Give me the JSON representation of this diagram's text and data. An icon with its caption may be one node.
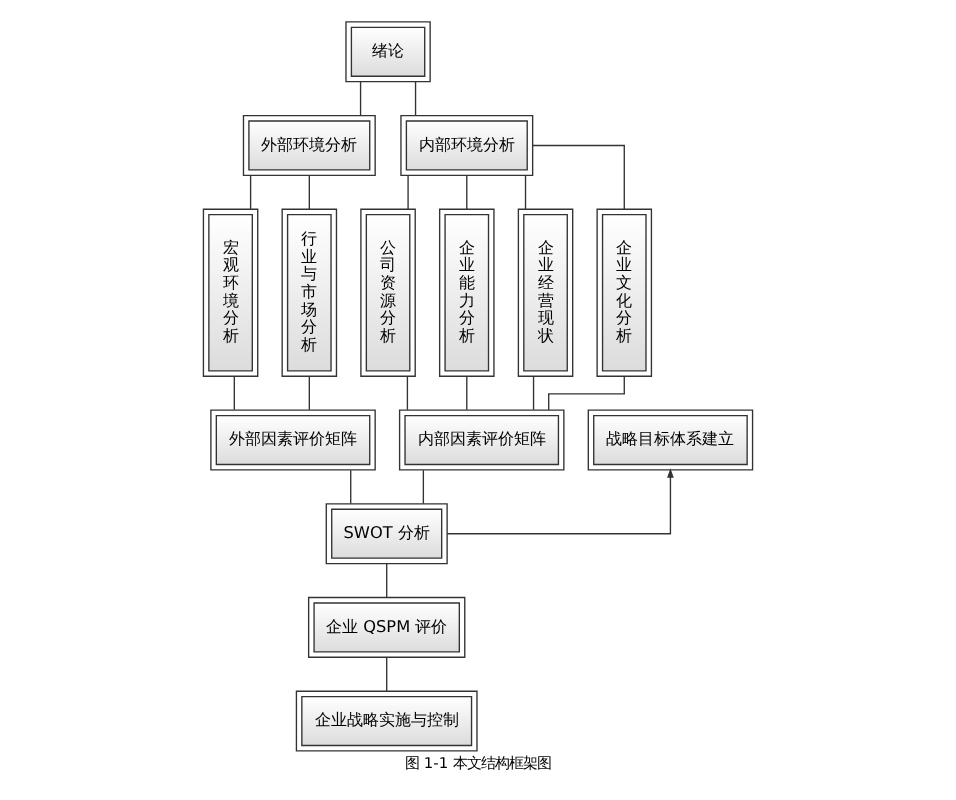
{
  "diagram": {
    "caption": "图 1-1 本文结构框架图",
    "nodes": [
      {
        "text": [
          "绪论"
        ]
      },
      {
        "text": [
          "外部环境分析"
        ]
      },
      {
        "text": [
          "内部环境分析"
        ]
      },
      {
        "text": [
          "宏观环境分析"
        ]
      },
      {
        "text": [
          "行业与市场分析"
        ]
      },
      {
        "text": [
          "公司资源分析"
        ]
      },
      {
        "text": [
          "企业能力分析"
        ]
      },
      {
        "text": [
          "企业经营现状"
        ]
      },
      {
        "text": [
          "企业文化分析"
        ]
      },
      {
        "text": [
          "外部因素评价矩阵"
        ]
      },
      {
        "text": [
          "战略目标体系建立"
        ]
      },
      {
        "text": [
          "内部因素评价矩阵"
        ]
      },
      {
        "text": [
          "SWOT 分析"
        ]
      },
      {
        "text": [
          "企业 QSPM 评价"
        ]
      },
      {
        "text": [
          "企业战略实施与控制"
        ]
      }
    ],
    "edges": [
      {
        "from": 0,
        "to": 1,
        "arrow": "none"
      },
      {
        "from": 0,
        "to": 2,
        "arrow": "none"
      },
      {
        "from": 1,
        "to": 3,
        "arrow": "none"
      },
      {
        "from": 1,
        "to": 4,
        "arrow": "none"
      },
      {
        "from": 2,
        "to": 5,
        "arrow": "none"
      },
      {
        "from": 2,
        "to": 6,
        "arrow": "none"
      },
      {
        "from": 2,
        "to": 7,
        "arrow": "none"
      },
      {
        "from": 2,
        "to": 8,
        "arrow": "none"
      },
      {
        "from": 3,
        "to": 9,
        "arrow": "none"
      },
      {
        "from": 4,
        "to": 9,
        "arrow": "none"
      },
      {
        "from": 5,
        "to": 11,
        "arrow": "none"
      },
      {
        "from": 6,
        "to": 11,
        "arrow": "none"
      },
      {
        "from": 7,
        "to": 11,
        "arrow": "none"
      },
      {
        "from": 8,
        "to": 11,
        "arrow": "none"
      },
      {
        "from": 9,
        "to": 12,
        "arrow": "none"
      },
      {
        "from": 11,
        "to": 12,
        "arrow": "none"
      },
      {
        "from": 12,
        "to": 10,
        "arrow": "to"
      },
      {
        "from": 12,
        "to": 13,
        "arrow": "none"
      },
      {
        "from": 13,
        "to": 14,
        "arrow": "none"
      }
    ]
  }
}
